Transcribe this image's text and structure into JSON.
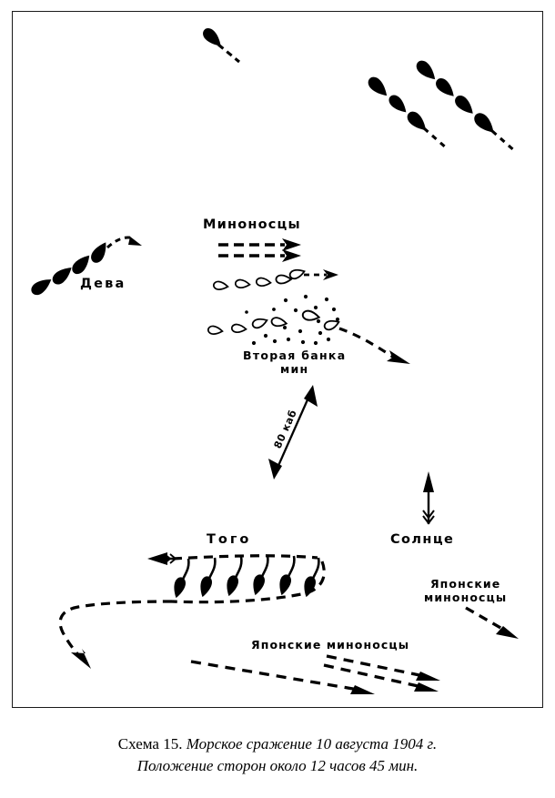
{
  "document": {
    "caption_prefix": "Схема 15.",
    "caption_line1": "Морское сражение 10 августа 1904 г.",
    "caption_line2": "Положение сторон около 12 часов 45 мин."
  },
  "map": {
    "labels": {
      "torpedo_boats": "Миноносцы",
      "dewa": "Дева",
      "mine_bank_line1": "Вторая банка",
      "mine_bank_line2": "мин",
      "distance": "80 каб",
      "togo": "Того",
      "sun": "Солнце",
      "japanese_torpedo_boats_right_line1": "Японские",
      "japanese_torpedo_boats_right_line2": "миноносцы",
      "japanese_torpedo_boats_bottom": "Японские  миноносцы"
    },
    "colors": {
      "ink": "#000000",
      "border": "#1a1a1a",
      "paper": "#ffffff"
    },
    "groups": {
      "lone_ship_top": {
        "count": 1,
        "heading": "southeast"
      },
      "column_left_top": {
        "count": 3,
        "heading": "southeast"
      },
      "column_right_top": {
        "count": 4,
        "heading": "southeast"
      },
      "dewa_squadron": {
        "count": 4,
        "heading": "northeast"
      },
      "minefield_row_upper": {
        "count": 5,
        "heading": "east"
      },
      "minefield_row_lower": {
        "count": 6,
        "heading": "east"
      },
      "togo_squadron": {
        "count": 6,
        "heading": "west"
      }
    },
    "icons": {
      "filled_ship": "ship-filled-icon",
      "hollow_ship": "ship-hollow-icon",
      "mine": "mine-dot-icon",
      "sun_arrow": "sun-direction-arrow-icon",
      "distance_arrow": "distance-measure-arrow-icon"
    }
  }
}
